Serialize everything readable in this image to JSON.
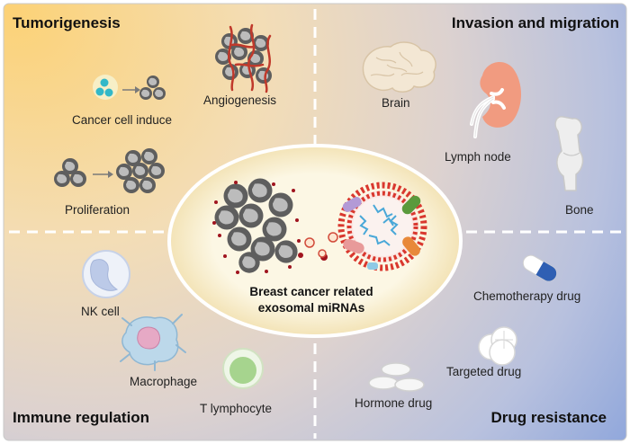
{
  "quadrants": {
    "top_left": {
      "title": "Tumorigenesis",
      "items": [
        "Cancer cell induce",
        "Angiogenesis",
        "Proliferation"
      ]
    },
    "top_right": {
      "title": "Invasion and migration",
      "items": [
        "Brain",
        "Lymph node",
        "Bone"
      ]
    },
    "bottom_left": {
      "title": "Immune regulation",
      "items": [
        "NK cell",
        "Macrophage",
        "T lymphocyte"
      ]
    },
    "bottom_right": {
      "title": "Drug resistance",
      "items": [
        "Chemotherapy drug",
        "Targeted drug",
        "Hormone drug"
      ]
    }
  },
  "center": {
    "line1": "Breast cancer related",
    "line2": "exosomal miRNAs"
  },
  "colors": {
    "tumorigenesis_bg": "#fbd070",
    "drug_resistance_bg": "#8da6dc",
    "cancer_cell": "#5b5b5b",
    "blood_vessel": "#c0392b",
    "center_fill": "#fbf5de"
  }
}
